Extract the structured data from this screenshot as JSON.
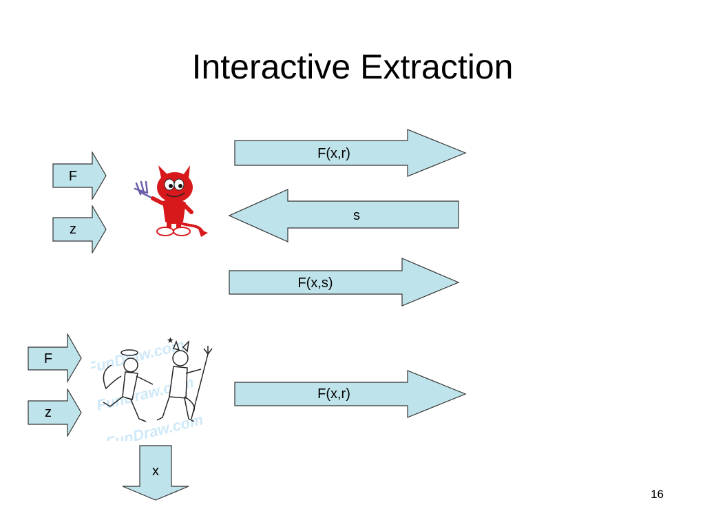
{
  "slide": {
    "title": "Interactive Extraction",
    "page_number": "16"
  },
  "colors": {
    "arrow_fill": "#bfe3ea",
    "arrow_stroke": "#333333",
    "devil_red": "#d7191c",
    "shoe_white": "#ffffff"
  },
  "top_group": {
    "input_f": "F",
    "input_z": "z",
    "msg_1": "F(x,r)",
    "msg_2": "s",
    "msg_3": "F(x,s)",
    "character_icon": "red-devil-icon"
  },
  "bottom_group": {
    "input_f": "F",
    "input_z": "z",
    "msg_1": "F(x,r)",
    "output_x": "x",
    "character_icon": "angel-and-devil-icon",
    "watermark": "FunDraw.com"
  }
}
